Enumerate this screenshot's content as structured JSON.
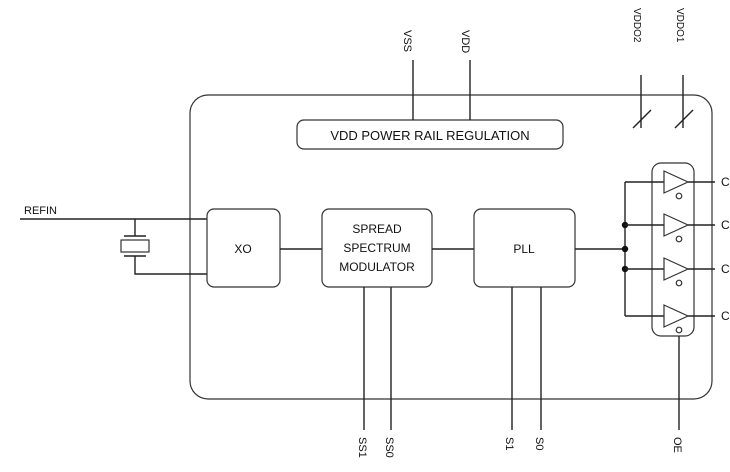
{
  "diagram": {
    "blocks": {
      "power_rail": "VDD POWER RAIL REGULATION",
      "xo": "XO",
      "ssm_line1": "SPREAD",
      "ssm_line2": "SPECTRUM",
      "ssm_line3": "MODULATOR",
      "pll": "PLL"
    },
    "pins": {
      "vss": "VSS",
      "vdd": "VDD",
      "vddo2": "VDDO2",
      "vddo1": "VDDO1",
      "refin": "REFIN",
      "ss1": "SS1",
      "ss0": "SS0",
      "s1": "S1",
      "s0": "S0",
      "oe": "OE"
    },
    "outputs": [
      "C",
      "C",
      "C",
      "C"
    ]
  }
}
